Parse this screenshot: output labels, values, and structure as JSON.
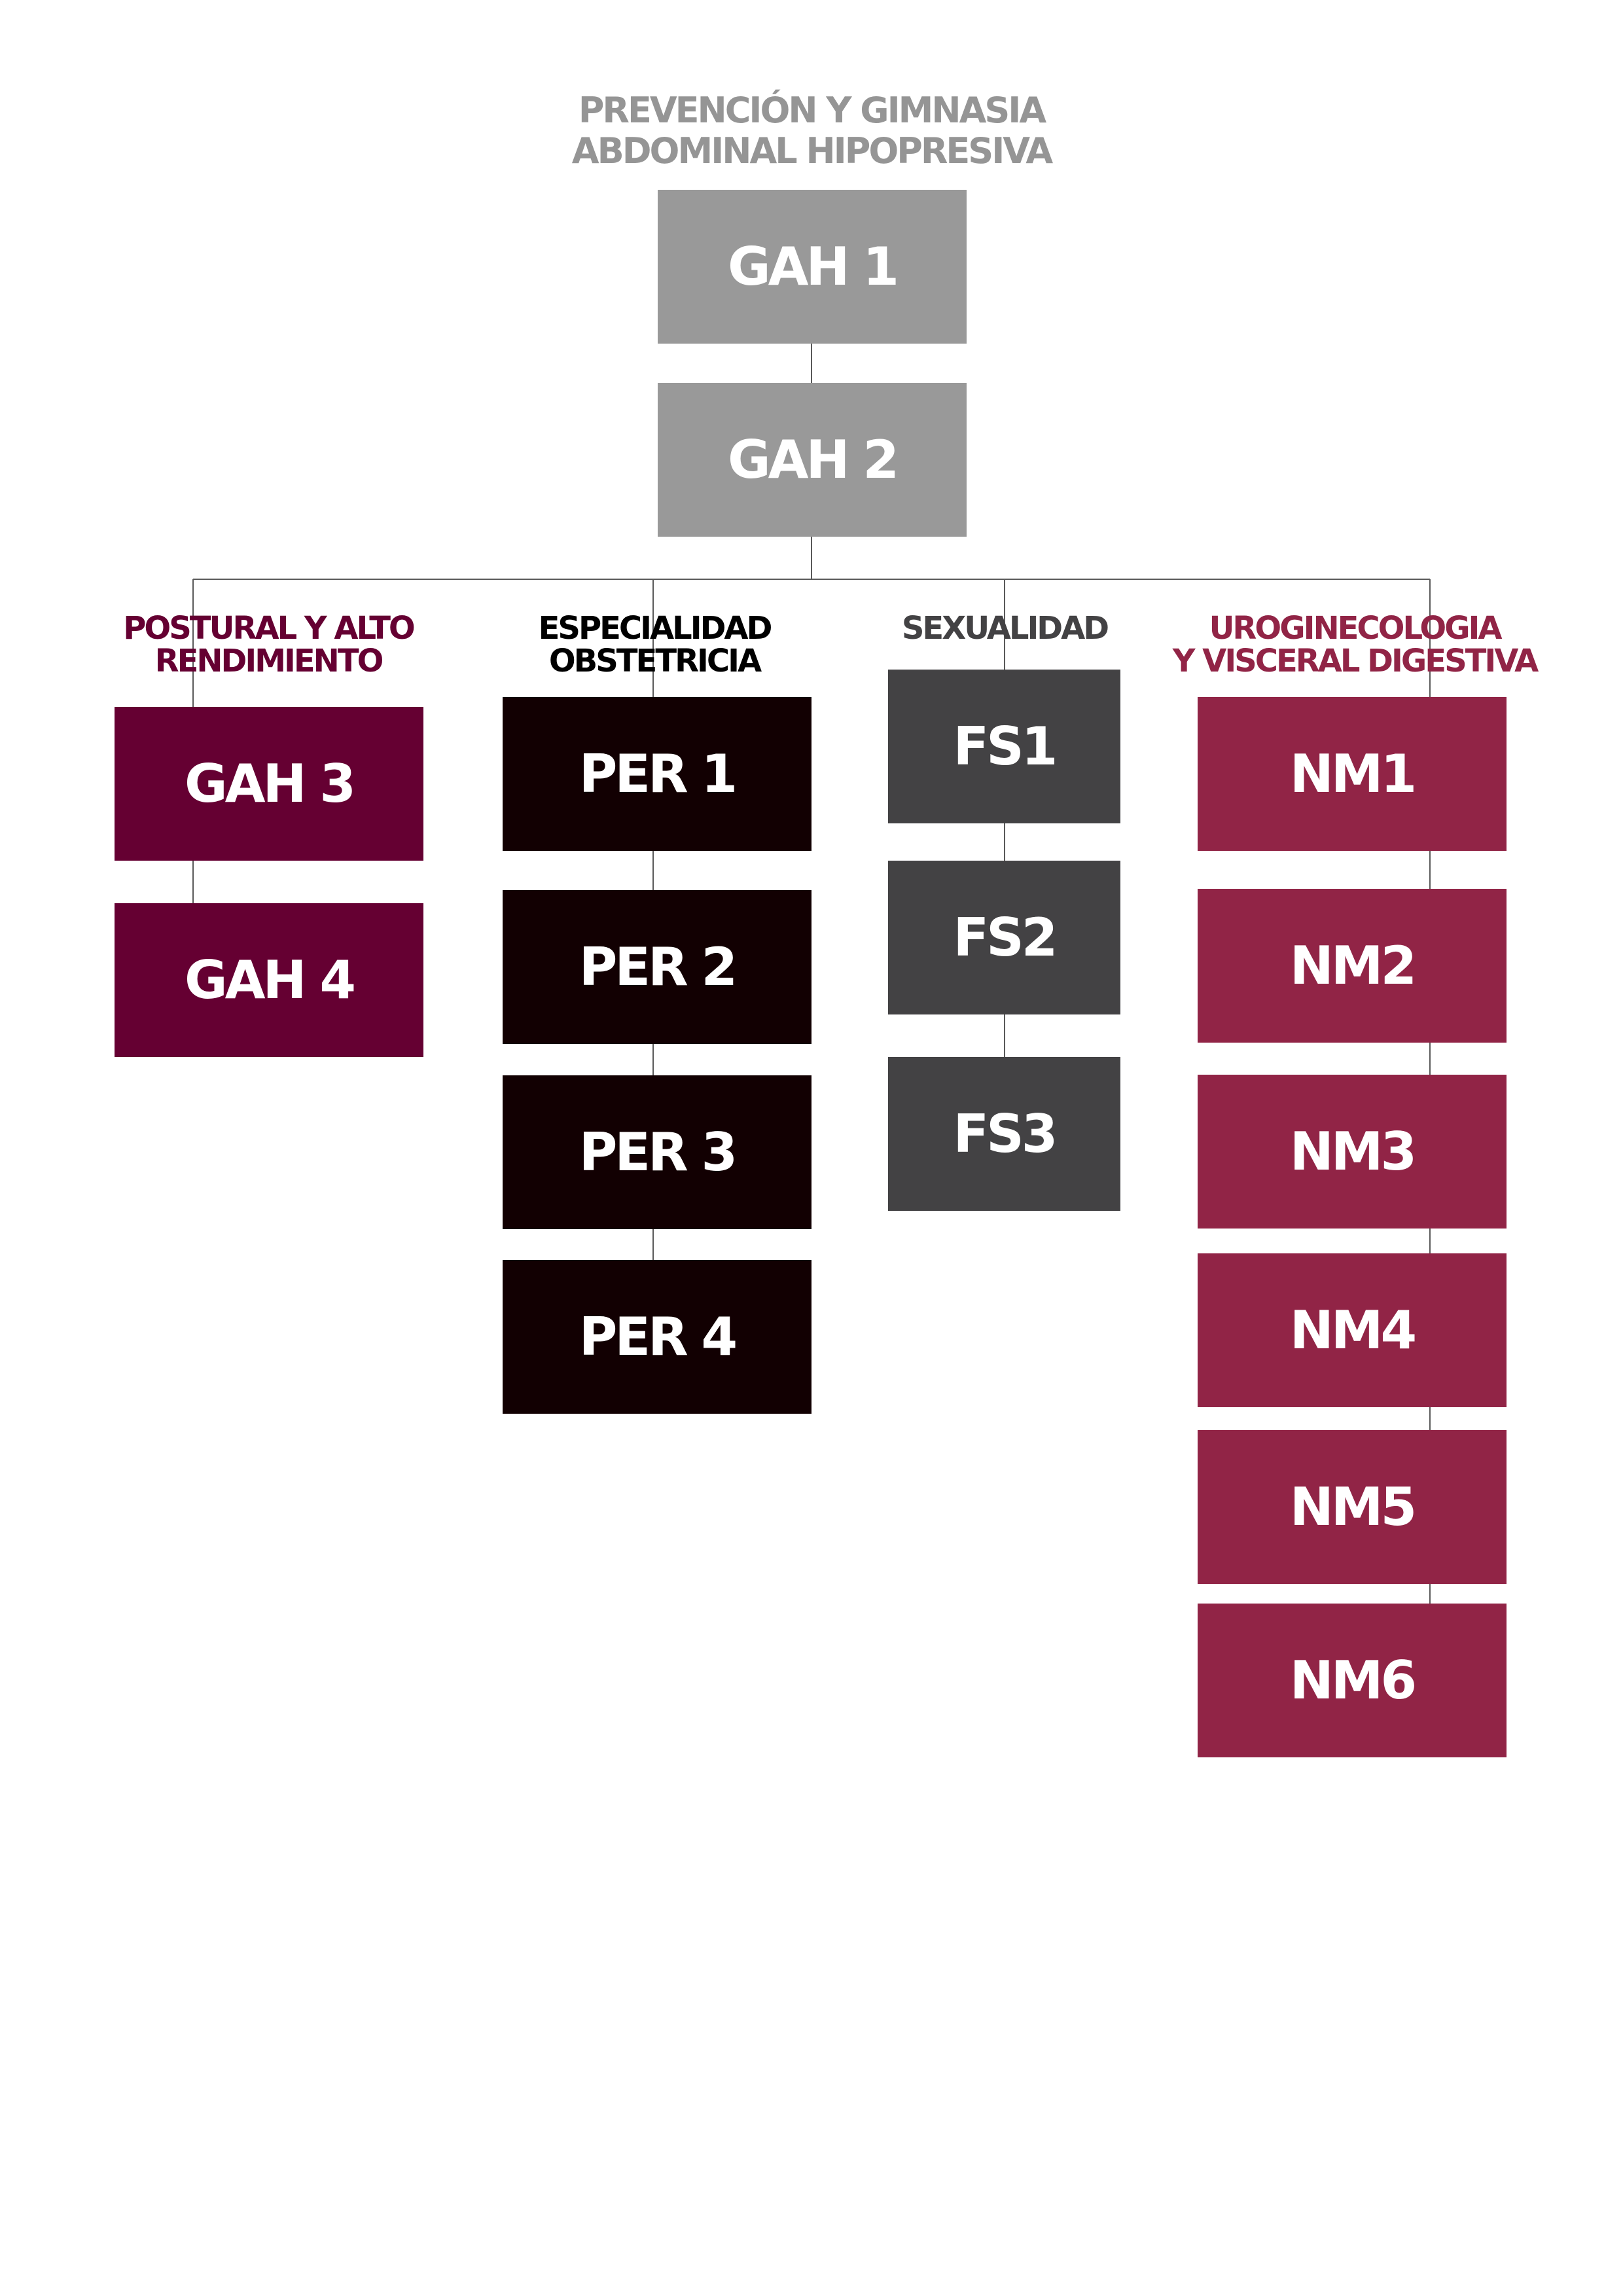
{
  "title": {
    "line1": "PREVENCIÓN Y GIMNASIA",
    "line2": "ABDOMINAL HIPOPRESIVA"
  },
  "root_nodes": [
    "GAH 1",
    "GAH 2"
  ],
  "branches": [
    {
      "header_lines": [
        "POSTURAL Y ALTO",
        "RENDIMIENTO"
      ],
      "nodes": [
        "GAH 3",
        "GAH 4"
      ],
      "color": "#650032"
    },
    {
      "header_lines": [
        "ESPECIALIDAD",
        "OBSTETRICIA"
      ],
      "nodes": [
        "PER 1",
        "PER 2",
        "PER 3",
        "PER 4"
      ],
      "color": "#120002"
    },
    {
      "header_lines": [
        "SEXUALIDAD"
      ],
      "nodes": [
        "FS1",
        "FS2",
        "FS3"
      ],
      "color": "#434244"
    },
    {
      "header_lines": [
        "UROGINECOLOGIA",
        "Y VISCERAL DIGESTIVA"
      ],
      "nodes": [
        "NM1",
        "NM2",
        "NM3",
        "NM4",
        "NM5",
        "NM6"
      ],
      "color": "#912446"
    }
  ],
  "colors": {
    "root_box": "#999999",
    "title_text": "#959595",
    "header_sexualidad": "#434244",
    "header_postural": "#650032",
    "header_obstetricia": "#000000",
    "header_uroginecologia": "#912446"
  }
}
